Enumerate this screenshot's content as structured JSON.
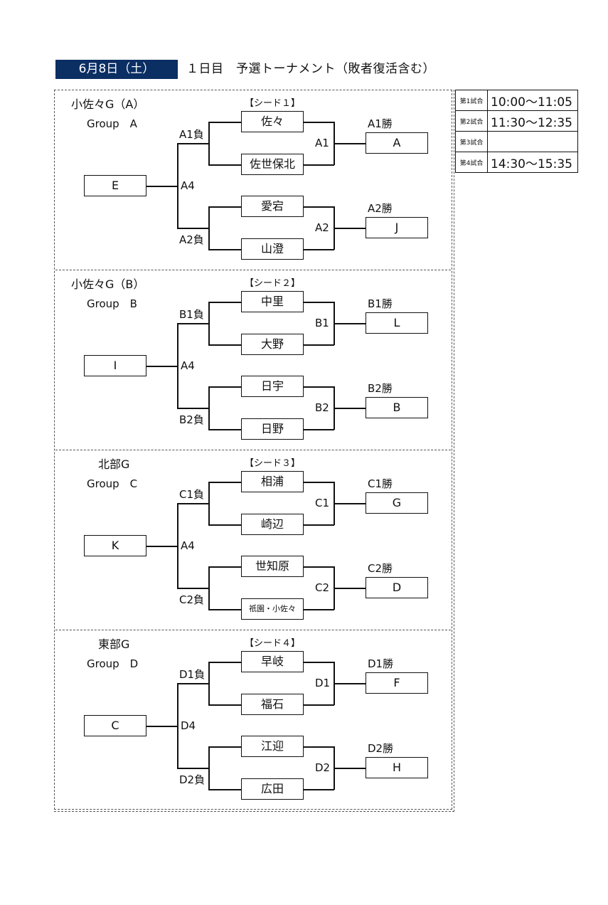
{
  "header": {
    "date": "6月8日（土）",
    "title": "１日目　予選トーナメント（敗者復活含む）"
  },
  "schedule": [
    {
      "label": "第1試合",
      "time": "10:00～11:05"
    },
    {
      "label": "第2試合",
      "time": "11:30～12:35"
    },
    {
      "label": "第3試合",
      "time": ""
    },
    {
      "label": "第4試合",
      "time": "14:30～15:35"
    }
  ],
  "groups": [
    {
      "name": "小佐々G（A）",
      "group": "Group　A",
      "seed": "【シード１】",
      "seed_team": "E",
      "mid_label": "A4",
      "top": {
        "loser_label": "A1負",
        "match_label": "A1",
        "winner_label": "A1勝",
        "team1": "佐々",
        "team2": "佐世保北",
        "winner_team": "A"
      },
      "bottom": {
        "loser_label": "A2負",
        "match_label": "A2",
        "winner_label": "A2勝",
        "team1": "愛宕",
        "team2": "山澄",
        "winner_team": "J"
      }
    },
    {
      "name": "小佐々G（B）",
      "group": "Group　B",
      "seed": "【シード２】",
      "seed_team": "I",
      "mid_label": "A4",
      "top": {
        "loser_label": "B1負",
        "match_label": "B1",
        "winner_label": "B1勝",
        "team1": "中里",
        "team2": "大野",
        "winner_team": "L"
      },
      "bottom": {
        "loser_label": "B2負",
        "match_label": "B2",
        "winner_label": "B2勝",
        "team1": "日宇",
        "team2": "日野",
        "winner_team": "B"
      }
    },
    {
      "name": "北部G",
      "group": "Group　C",
      "seed": "【シード３】",
      "seed_team": "K",
      "mid_label": "A4",
      "top": {
        "loser_label": "C1負",
        "match_label": "C1",
        "winner_label": "C1勝",
        "team1": "相浦",
        "team2": "崎辺",
        "winner_team": "G"
      },
      "bottom": {
        "loser_label": "C2負",
        "match_label": "C2",
        "winner_label": "C2勝",
        "team1": "世知原",
        "team2": "祇園・小佐々",
        "winner_team": "D"
      }
    },
    {
      "name": "東部G",
      "group": "Group　D",
      "seed": "【シード４】",
      "seed_team": "C",
      "mid_label": "D4",
      "top": {
        "loser_label": "D1負",
        "match_label": "D1",
        "winner_label": "D1勝",
        "team1": "早岐",
        "team2": "福石",
        "winner_team": "F"
      },
      "bottom": {
        "loser_label": "D2負",
        "match_label": "D2",
        "winner_label": "D2勝",
        "team1": "江迎",
        "team2": "広田",
        "winner_team": "H"
      }
    }
  ]
}
